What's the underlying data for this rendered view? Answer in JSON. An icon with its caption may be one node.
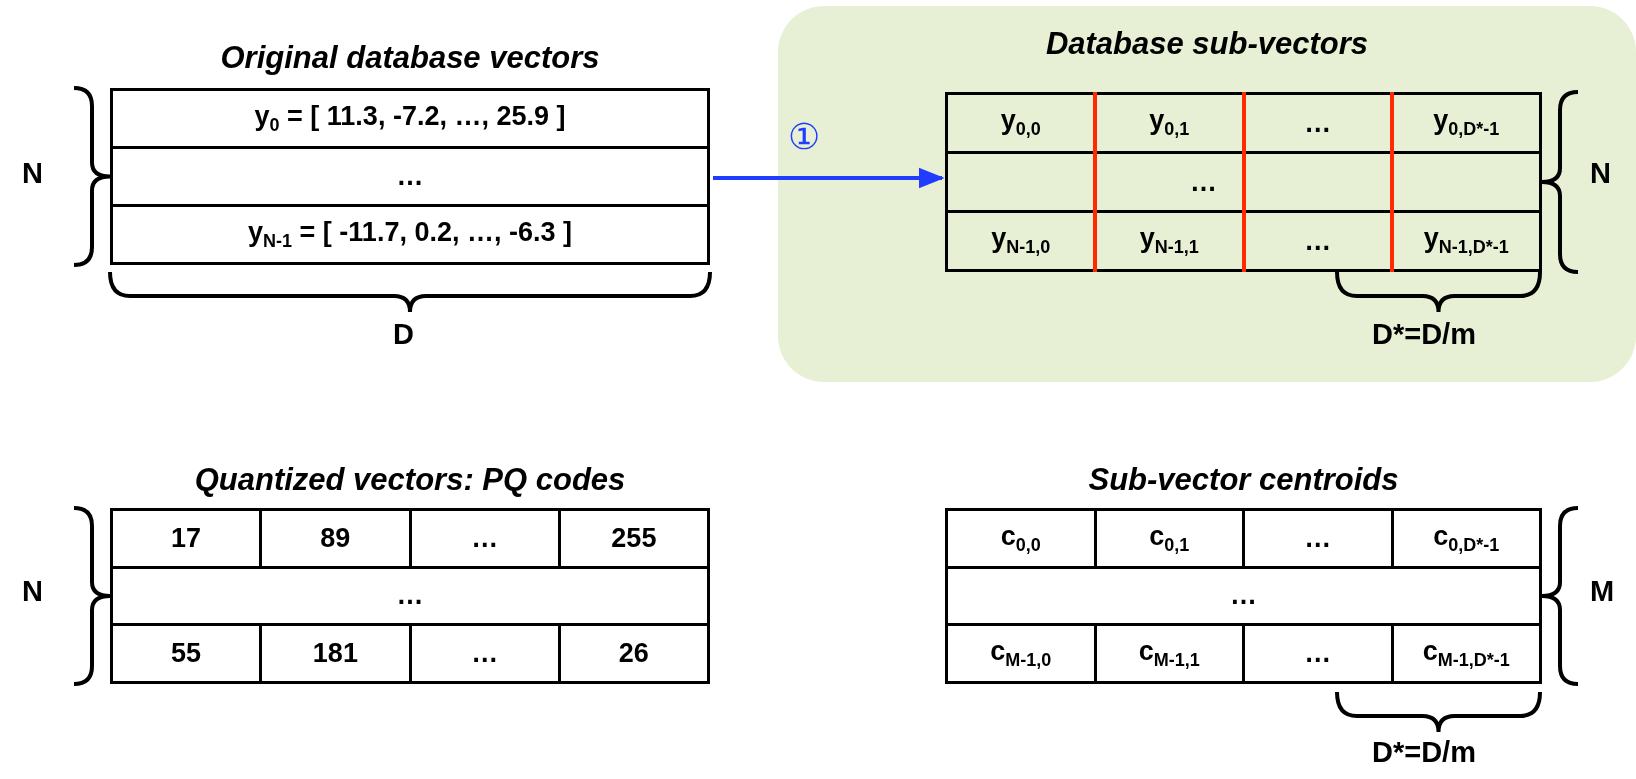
{
  "diagram": {
    "nodes": [
      {
        "text": [
          "Original database vectors",
          "y$_{0}$ = [ 11.3, -7.2, …, 25.9 ]",
          "…",
          "y$_{N-1}$ = [ -11.7, 0.2, …, -6.3 ]"
        ]
      },
      {
        "text": [
          "Database sub-vectors"
        ]
      },
      {
        "text": [
          "y$_{0,0}$",
          "y$_{0,1}$",
          "…",
          "y$_{0,D*-1}$",
          "…",
          "y$_{N-1,0}$",
          "y$_{N-1,1}$",
          "…",
          "y$_{N-1,D*-1}$"
        ],
        "in": 1
      },
      {
        "text": [
          "Quantized vectors: PQ codes",
          "17",
          "89",
          "…",
          "255",
          "…",
          "55",
          "181",
          "…",
          "26"
        ]
      },
      {
        "text": [
          "Sub-vector centroids",
          "c$_{0,0}$",
          "c$_{0,1}$",
          "…",
          "c$_{0,D*-1}$",
          "…",
          "c$_{M-1,0}$",
          "c$_{M-1,1}$",
          "…",
          "c$_{M-1,D*-1}$"
        ]
      }
    ],
    "edges": [
      {
        "from": 0,
        "to": 2,
        "arrow": "to",
        "label": "①",
        "color": "#1f3cff"
      }
    ],
    "labels": [
      "N",
      "D",
      "N",
      "D*=D/m",
      "N",
      "M",
      "D*=D/m"
    ]
  }
}
